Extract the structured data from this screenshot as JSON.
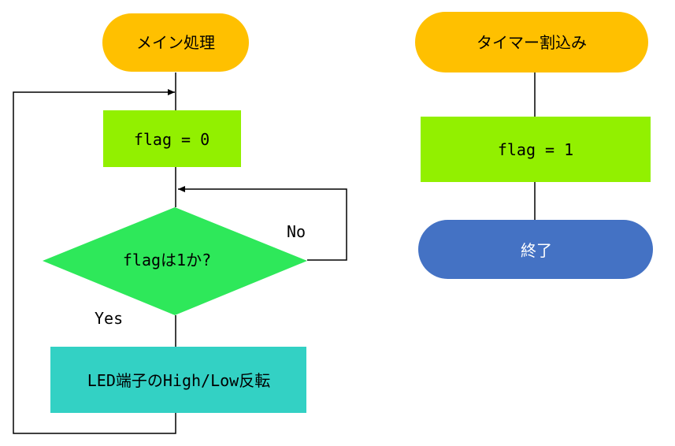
{
  "main_flow": {
    "start_label": "メイン処理",
    "init_label": "flag = 0",
    "decision_label": "flagは1か?",
    "yes_label": "Yes",
    "no_label": "No",
    "toggle_label": "LED端子のHigh/Low反転"
  },
  "interrupt_flow": {
    "start_label": "タイマー割込み",
    "set_label": "flag = 1",
    "end_label": "終了"
  },
  "colors": {
    "terminal_start": "#ffc000",
    "process": "#92f000",
    "decision": "#2ee85a",
    "toggle_process": "#33d1c4",
    "terminal_end": "#4472c4"
  }
}
